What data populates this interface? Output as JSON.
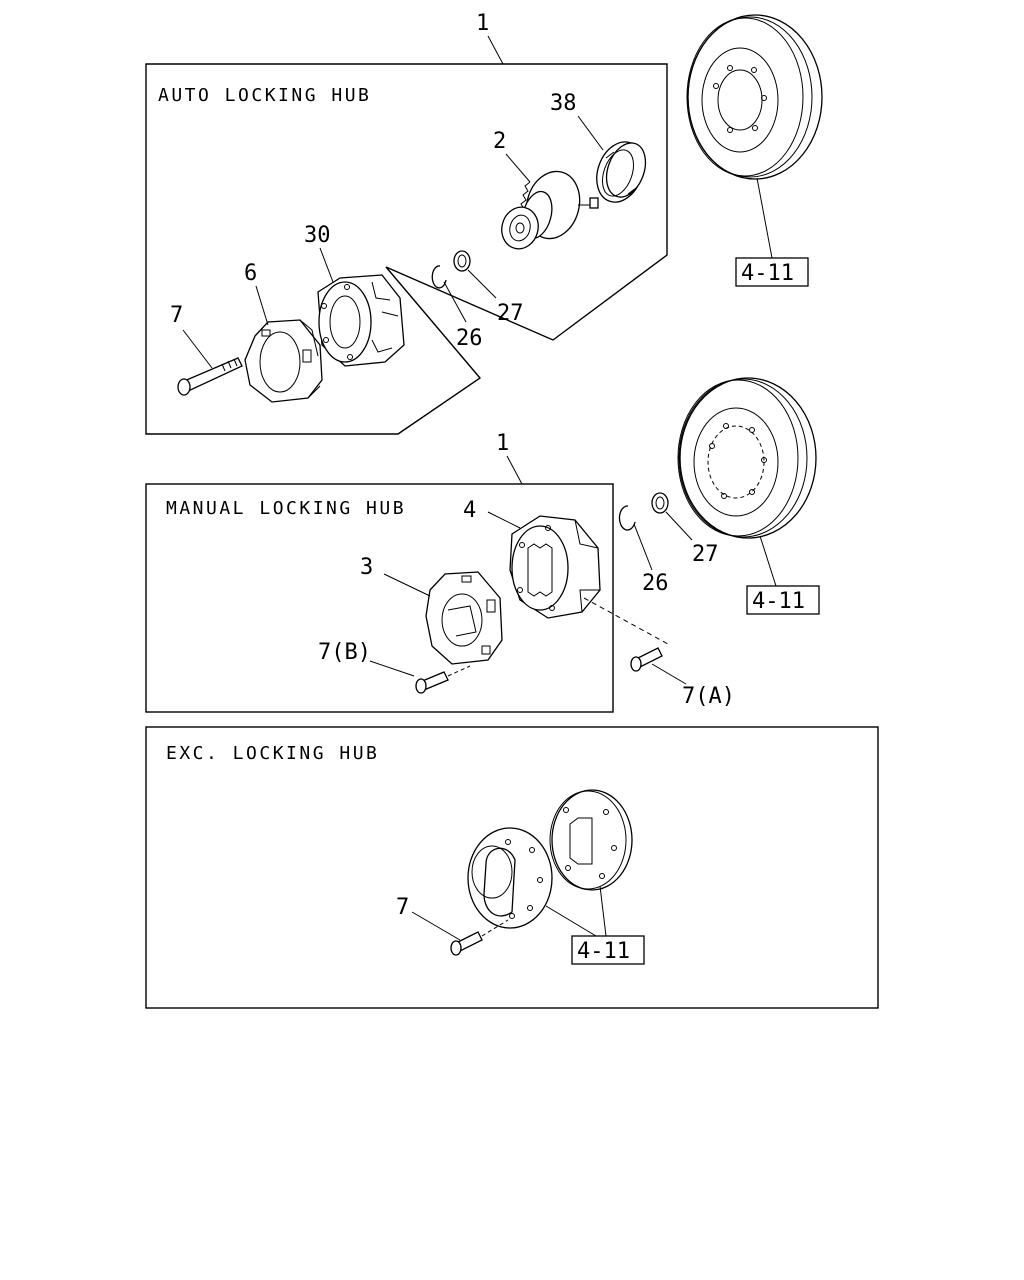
{
  "sections": {
    "auto": {
      "title": "AUTO LOCKING HUB"
    },
    "manual": {
      "title": "MANUAL LOCKING HUB"
    },
    "exc": {
      "title": "EXC. LOCKING HUB"
    }
  },
  "callouts": {
    "auto_assembly": "1",
    "manual_assembly": "1",
    "part_38": "38",
    "part_2": "2",
    "part_30": "30",
    "part_6": "6",
    "part_7_auto": "7",
    "part_26_auto": "26",
    "part_27_auto": "27",
    "part_4": "4",
    "part_3": "3",
    "part_7b": "7(B)",
    "part_7a": "7(A)",
    "part_26_manual": "26",
    "part_27_manual": "27",
    "part_7_exc": "7"
  },
  "references": {
    "ref_top": "4-11",
    "ref_middle": "4-11",
    "ref_bottom": "4-11"
  }
}
